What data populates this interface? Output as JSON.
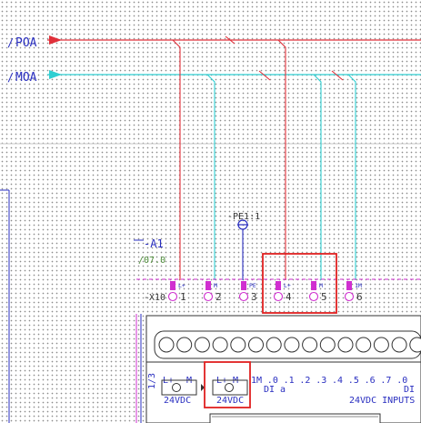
{
  "rails": [
    {
      "prefix": "/",
      "label": "POA",
      "color": "#e0303a"
    },
    {
      "prefix": "/",
      "label": "MOA",
      "color": "#2fcfd2"
    }
  ],
  "ground": {
    "label": "-PE1:1"
  },
  "device": {
    "label": "-A1",
    "sublabel": "/07.0"
  },
  "connector": {
    "label": "-X10",
    "terminals": [
      {
        "num": "1",
        "tag": "L+"
      },
      {
        "num": "2",
        "tag": "M"
      },
      {
        "num": "3",
        "tag": "PE"
      },
      {
        "num": "4",
        "tag": "L+"
      },
      {
        "num": "5",
        "tag": "M"
      },
      {
        "num": "6",
        "tag": "1M"
      }
    ]
  },
  "module": {
    "side_label": "1/3",
    "supply1": {
      "plus": "L+",
      "minus": "M",
      "caption": "24VDC"
    },
    "supply2": {
      "plus": "L+",
      "minus": "M",
      "caption": "24VDC"
    },
    "di_terminals": [
      "1M",
      ".0",
      ".1",
      ".2",
      ".3",
      ".4",
      ".5",
      ".6",
      ".7",
      ".0"
    ],
    "di_a": "DI a",
    "inputs_caption": "24VDC INPUTS",
    "di_right": "DI"
  },
  "colors": {
    "red_rail": "#e0303a",
    "cyan_rail": "#2fcfd2",
    "magenta": "#d02fd0",
    "blue_text": "#2a2fc0",
    "highlight": "#e02020"
  }
}
